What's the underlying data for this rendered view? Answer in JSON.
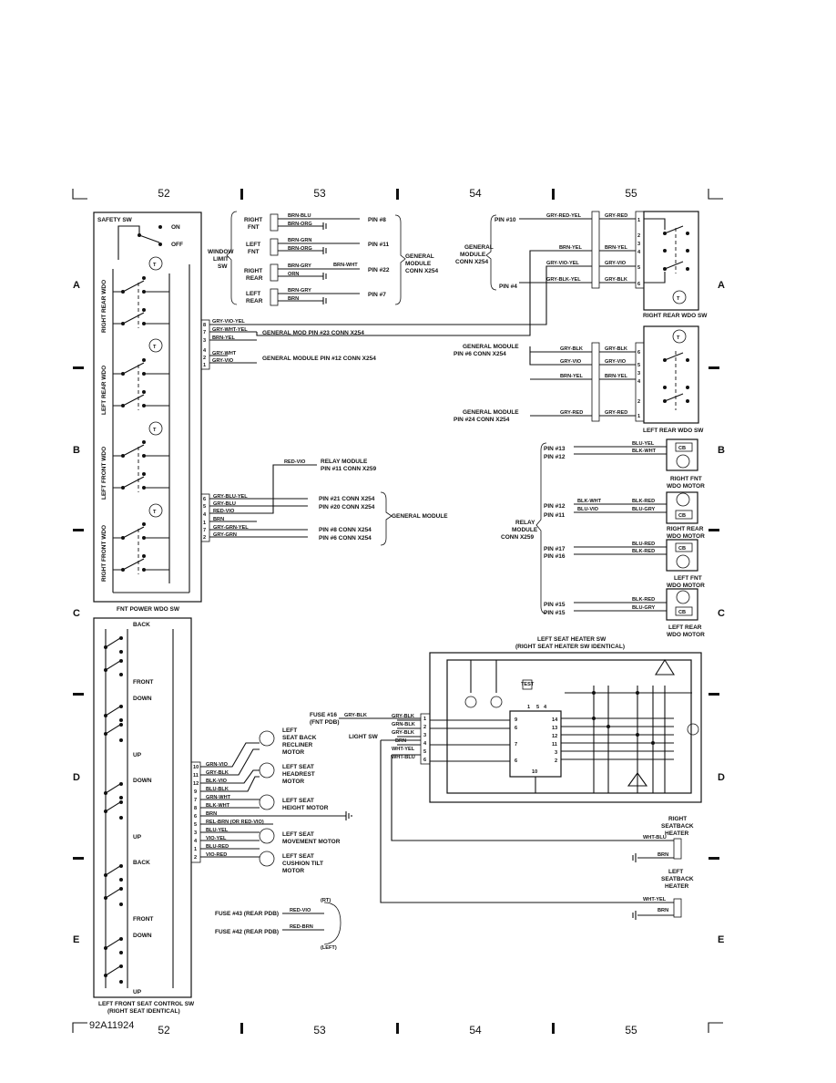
{
  "grid": {
    "columns": [
      "52",
      "53",
      "54",
      "55"
    ],
    "rows": [
      "A",
      "B",
      "C",
      "D",
      "E"
    ],
    "figure_id": "92A11924"
  },
  "power_window_switch": {
    "title": "FNT POWER WDO SW",
    "safety": "SAFETY SW",
    "on": "ON",
    "off": "OFF",
    "sections": [
      "RIGHT REAR WDO",
      "LEFT REAR WDO",
      "LEFT FRONT WDO",
      "RIGHT FRONT WDO"
    ],
    "pins_top": [
      "8",
      "7",
      "3",
      "4",
      "2",
      "1"
    ],
    "wires_top": [
      {
        "color": "GRY-VIO-YEL",
        "pin": "8"
      },
      {
        "color": "GRY-WHT-YEL",
        "pin": "7"
      },
      {
        "color": "BRN-YEL",
        "pin": "3"
      },
      {
        "color": "GRY-WHT",
        "pin": "4"
      },
      {
        "color": "GRY-VIO",
        "pin": "2"
      }
    ],
    "pins_bottom": [
      "6",
      "5",
      "4",
      "1",
      "7",
      "2"
    ],
    "wires_bottom": [
      {
        "color": "GRY-BLU-YEL",
        "pin": "6"
      },
      {
        "color": "GRY-BLU",
        "pin": "5"
      },
      {
        "color": "RED-VIO",
        "pin": "4"
      },
      {
        "color": "BRN",
        "pin": "1"
      },
      {
        "color": "GRY-GRN-YEL",
        "pin": "7"
      },
      {
        "color": "GRY-GRN",
        "pin": "2"
      }
    ],
    "dest_top": [
      "GENERAL MOD PIN #23 CONN X254",
      "GENERAL MODULE PIN #12 CONN X254"
    ],
    "dest_bottom": [
      "PIN #21 CONN X254",
      "PIN #20 CONN X254",
      "PIN #8 CONN X254",
      "PIN #6 CONN X254"
    ],
    "general_module": "GENERAL MODULE"
  },
  "relay_module_top": {
    "wire": "RED-VIO",
    "label_line1": "RELAY MODULE",
    "label_line2": "PIN #11 CONN X259"
  },
  "window_limit": {
    "title_lines": [
      "WINDOW",
      "LIMIT",
      "SW"
    ],
    "groups": [
      {
        "l1": "RIGHT",
        "l2": "FNT",
        "wires": [
          "BRN-BLU",
          "BRN-ORG"
        ],
        "pin": "PIN #8"
      },
      {
        "l1": "LEFT",
        "l2": "FNT",
        "wires": [
          "BRN-GRN",
          "BRN-ORG"
        ],
        "pin": "PIN #11"
      },
      {
        "l1": "RIGHT",
        "l2": "REAR",
        "wires": [
          "BRN-GRY",
          "ORN"
        ],
        "pin": "PIN #22",
        "extra": "BRN-WHT"
      },
      {
        "l1": "LEFT",
        "l2": "REAR",
        "wires": [
          "BRN-GRY",
          "BRN"
        ],
        "pin": "PIN #7"
      }
    ],
    "module": [
      "GENERAL",
      "MODULE",
      "CONN X254"
    ]
  },
  "right_rear_wdo_sw": {
    "title": "RIGHT REAR WDO SW",
    "gm_label": [
      "GENERAL",
      "MODULE",
      "CONN X254"
    ],
    "pin_top": "PIN #10",
    "pin_bottom": "PIN #4",
    "wires_left": [
      "GRY-RED-YEL",
      "BRN-YEL",
      "GRY-VIO-YEL",
      "GRY-BLK-YEL"
    ],
    "wires_right": [
      "GRY-RED",
      "BRN-YEL",
      "GRY-VIO",
      "GRY-BLK"
    ],
    "pins": [
      "1",
      "2",
      "3",
      "4",
      "5",
      "6"
    ]
  },
  "left_rear_wdo_sw": {
    "title": "LEFT REAR WDO SW",
    "gm_top": [
      "GENERAL MODULE",
      "PIN #6 CONN X254"
    ],
    "gm_bottom": [
      "GENERAL MODULE",
      "PIN #24 CONN X254"
    ],
    "wires_left": [
      "GRY-BLK",
      "GRY-VIO",
      "BRN-YEL",
      "GRY-RED"
    ],
    "wires_right": [
      "GRY-BLK",
      "GRY-VIO",
      "BRN-YEL",
      "GRY-RED"
    ],
    "pins": [
      "6",
      "5",
      "3",
      "4",
      "2",
      "1"
    ]
  },
  "relay_module_motors": {
    "label": [
      "RELAY",
      "MODULE",
      "CONN X259"
    ],
    "motors": [
      {
        "name": [
          "RIGHT FNT",
          "WDO MOTOR"
        ],
        "pins": [
          "PIN #13",
          "PIN #12"
        ],
        "wires": [
          "BLU-YEL",
          "BLK-WHT"
        ]
      },
      {
        "name": [
          "RIGHT REAR",
          "WDO MOTOR"
        ],
        "pins": [
          "PIN #12",
          "PIN #11"
        ],
        "wires_l": [
          "BLK-WHT",
          "BLU-VIO"
        ],
        "wires": [
          "BLK-RED",
          "BLU-GRY"
        ]
      },
      {
        "name": [
          "LEFT FNT",
          "WDO MOTOR"
        ],
        "pins": [
          "PIN #17",
          "PIN #16"
        ],
        "wires": [
          "BLU-RED",
          "BLK-RED"
        ]
      },
      {
        "name": [
          "LEFT REAR",
          "WDO MOTOR"
        ],
        "pins": [
          "PIN #15",
          "PIN #15"
        ],
        "wires": [
          "BLK-RED",
          "BLU-GRY"
        ]
      }
    ],
    "cb": "CB"
  },
  "seat_control": {
    "title_line1": "LEFT FRONT SEAT CONTROL SW",
    "title_line2": "(RIGHT SEAT IDENTICAL)",
    "positions": [
      "BACK",
      "FRONT",
      "DOWN",
      "UP",
      "DOWN",
      "UP",
      "BACK",
      "FRONT",
      "DOWN",
      "UP"
    ],
    "pins": [
      "10",
      "11",
      "12",
      "9",
      "7",
      "8",
      "6",
      "5",
      "3",
      "4",
      "1",
      "2"
    ],
    "wires": [
      "GRN-VIO",
      "GRY-BLK",
      "BLK-VIO",
      "BLU-BLK",
      "GRN-WHT",
      "BLK-WHT",
      "BRN",
      "REL-BRN (OR RED-VIO)",
      "BLU-YEL",
      "VIO-YEL",
      "BLU-RED",
      "VIO-RED"
    ],
    "motors": [
      [
        "LEFT",
        "SEAT BACK",
        "RECLINER",
        "MOTOR"
      ],
      [
        "LEFT SEAT",
        "HEADREST",
        "MOTOR"
      ],
      [
        "LEFT SEAT",
        "HEIGHT MOTOR"
      ],
      [
        "LEFT SEAT",
        "MOVEMENT MOTOR"
      ],
      [
        "LEFT SEAT",
        "CUSHION TILT",
        "MOTOR"
      ]
    ],
    "fuses": [
      {
        "label": "FUSE #43 (REAR PDB)",
        "wire": "RED-VIO",
        "side": "(RT)"
      },
      {
        "label": "FUSE #42 (REAR PDB)",
        "wire": "RED-BRN",
        "side": "(LEFT)"
      }
    ]
  },
  "seat_heater": {
    "title_line1": "LEFT SEAT HEATER SW",
    "title_line2": "(RIGHT SEAT HEATER SW IDENTICAL)",
    "fuse": [
      "FUSE #16",
      "(FNT PDB)"
    ],
    "fuse_wire": "GRY-BLK",
    "light_sw": "LIGHT SW",
    "wires": [
      "GRY-BLK",
      "GRN-BLK",
      "GRY-BLK",
      "BRN",
      "WHT-YEL",
      "WHT-BLU"
    ],
    "pins": [
      "1",
      "2",
      "3",
      "4",
      "5",
      "6"
    ],
    "test": "TEST",
    "chip_pins_top": [
      "1",
      "5",
      "4"
    ],
    "chip_pins_left": [
      "9",
      "6",
      "7",
      "6"
    ],
    "chip_pins_right": [
      "14",
      "13",
      "12",
      "11",
      "3",
      "2"
    ],
    "chip_pin_bottom": "10",
    "heaters": [
      {
        "name": [
          "RIGHT",
          "SEATBACK",
          "HEATER"
        ],
        "wires": [
          "WHT-BLU",
          "BRN"
        ]
      },
      {
        "name": [
          "LEFT",
          "SEATBACK",
          "HEATER"
        ],
        "wires": [
          "WHT-YEL",
          "BRN"
        ]
      }
    ]
  }
}
